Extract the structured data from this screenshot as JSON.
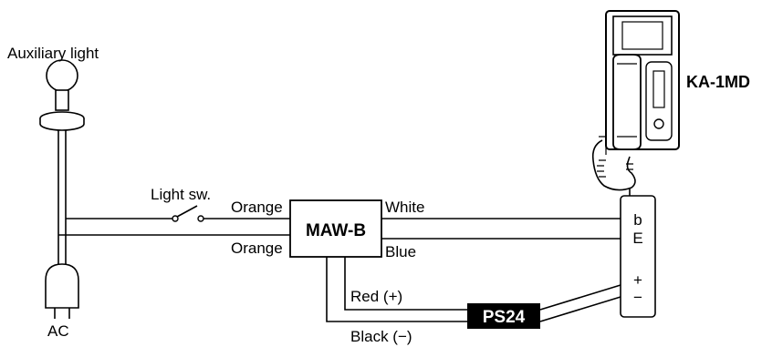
{
  "labels": {
    "auxiliary_light": "Auxiliary light",
    "light_switch": "Light sw.",
    "orange_top": "Orange",
    "orange_bottom": "Orange",
    "white": "White",
    "blue": "Blue",
    "red": "Red (+)",
    "black": "Black (−)",
    "ac": "AC",
    "maw_b": "MAW-B",
    "ps24": "PS24",
    "ka_1md": "KA-1MD",
    "terminal_b": "b",
    "terminal_e": "E",
    "terminal_plus": "+",
    "terminal_minus": "−"
  }
}
